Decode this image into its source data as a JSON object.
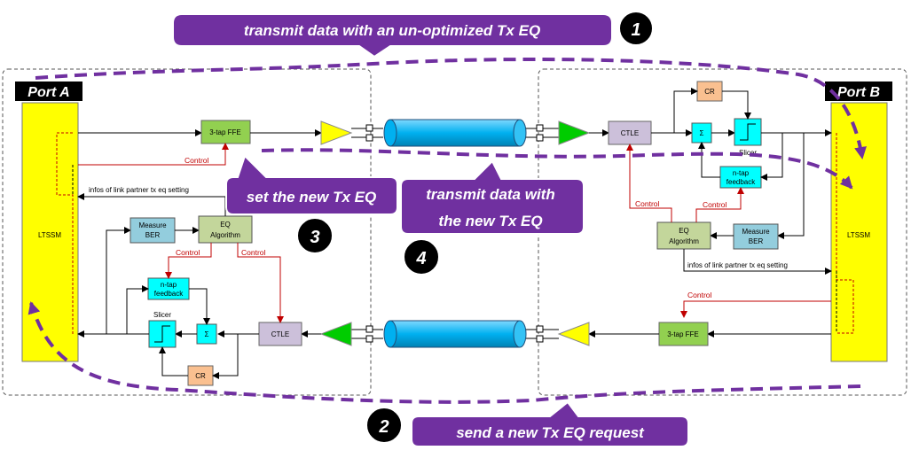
{
  "ports": {
    "a": "Port A",
    "b": "Port B"
  },
  "ltssm": "LTSSM",
  "blocks": {
    "ffe": "3-tap FFE",
    "ctle": "CTLE",
    "cr": "CR",
    "sum": "Σ",
    "slicer": "Slicer",
    "ntap_line1": "n-tap",
    "ntap_line2": "feedback",
    "measure_line1": "Measure",
    "measure_line2": "BER",
    "eq_line1": "EQ",
    "eq_line2": "Algorithm"
  },
  "labels": {
    "control": "Control",
    "infos": "infos of link partner tx eq setting"
  },
  "notes": {
    "step1": "transmit data with an un-optimized Tx EQ",
    "step2": "send a new Tx EQ request",
    "step3": "set the new Tx EQ",
    "step4_line1": "transmit data with",
    "step4_line2": "the new Tx EQ"
  },
  "steps": {
    "one": "1",
    "two": "2",
    "three": "3",
    "four": "4"
  },
  "colors": {
    "ltssm": "#ffff00",
    "ffe": "#92d050",
    "ctle": "#ccc0da",
    "cyan": "#00ffff",
    "cr": "#fac090",
    "measure": "#93cddd",
    "eq": "#c3d69b",
    "cable": "#00b0f0",
    "tx_driver": "#ffff00",
    "rx_amp": "#00cc00",
    "note_fill": "#7030a0",
    "control_line": "#c00000"
  }
}
